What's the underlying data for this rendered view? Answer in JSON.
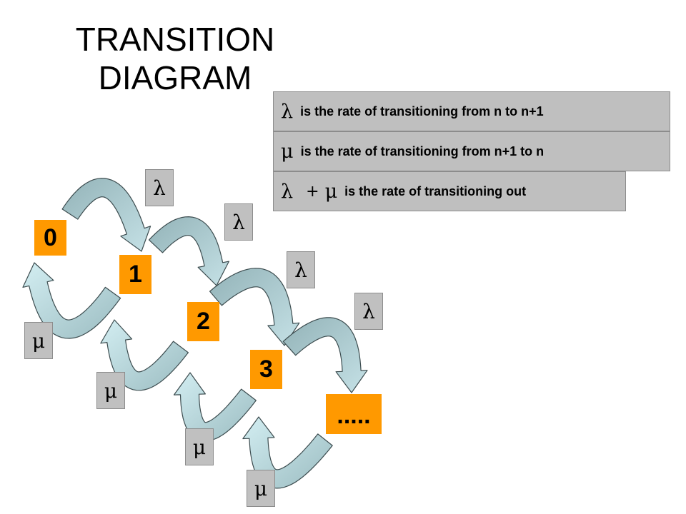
{
  "title": {
    "line1": "TRANSITION",
    "line2": "DIAGRAM"
  },
  "legend": [
    {
      "symbol": "λ",
      "text": "is the rate of transitioning from n to n+1"
    },
    {
      "symbol": "μ",
      "text": "is the rate of transitioning from n+1 to n"
    },
    {
      "symbol": "λ",
      "operator": "+",
      "symbol2": "μ",
      "text": "is the rate of transitioning out"
    }
  ],
  "states": [
    "0",
    "1",
    "2",
    "3",
    "....."
  ],
  "rates": {
    "lambda": "λ",
    "mu": "μ"
  },
  "colors": {
    "state": "#ff9900",
    "box": "#bfbfbf",
    "forward_arrow": "#a9c7cc",
    "backward_arrow": "#c9e6ea",
    "arrow_edge": "#3c4c4f"
  }
}
